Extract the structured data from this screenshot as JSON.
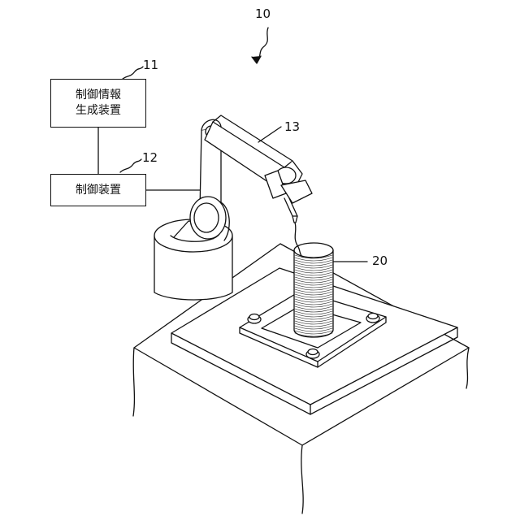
{
  "figure": {
    "system_ref": "10",
    "robot_ref": "13",
    "workpiece_ref": "20",
    "blocks": [
      {
        "ref": "11",
        "label": "制御情報\n生成装置"
      },
      {
        "ref": "12",
        "label": "制御装置"
      }
    ]
  },
  "colors": {
    "line": "#111111",
    "fill": "#ffffff"
  }
}
